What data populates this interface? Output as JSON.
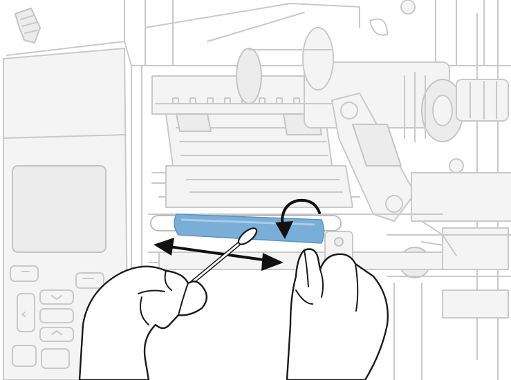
{
  "colors": {
    "roller_highlight": "#79aed6",
    "line_art": "#c9c9c9",
    "hands_outline": "#1a1a1a",
    "arrows": "#111111",
    "background": "#ffffff"
  },
  "icons": {
    "brand_logo": "zebra-head-logo",
    "rotation_arrow": "rotate-counterclockwise-arrow",
    "motion_arrow": "double-headed-horizontal-arrow",
    "keypad": [
      "left-arrow-key",
      "right-arrow-key",
      "up-arrow-key",
      "down-arrow-key",
      "ok-key",
      "pause-key",
      "feed-key"
    ]
  }
}
